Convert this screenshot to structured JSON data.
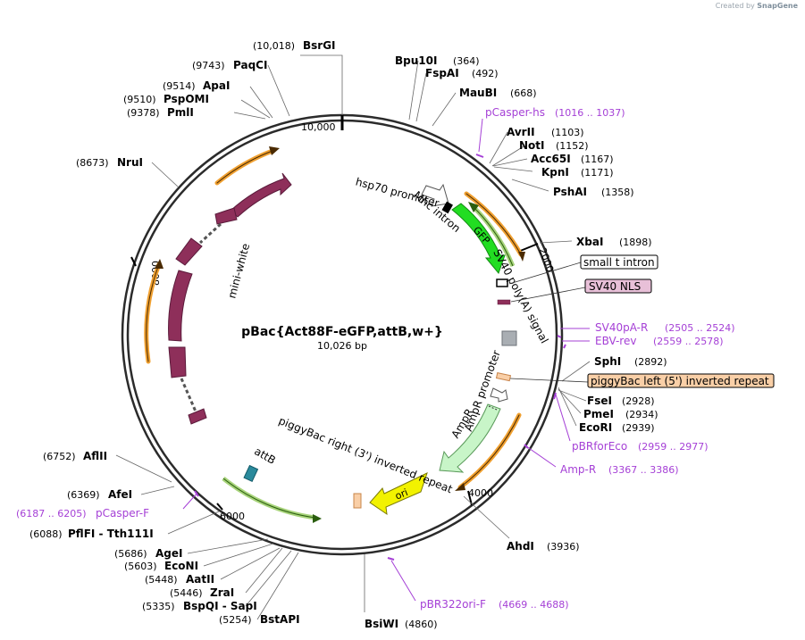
{
  "credit": {
    "prefix": "Created by",
    "brand": "SnapGene"
  },
  "plasmid": {
    "name": "pBac{Act88F-eGFP,attB,w+}",
    "size_label": "10,026 bp"
  },
  "ticks": [
    "10,000",
    "2000",
    "4000",
    "6000",
    "8000"
  ],
  "enzymes": [
    {
      "name": "BsrGI",
      "pos": "(10,018)"
    },
    {
      "name": "PaqCI",
      "pos": "(9743)"
    },
    {
      "name": "ApaI",
      "pos": "(9514)"
    },
    {
      "name": "PspOMI",
      "pos": "(9510)"
    },
    {
      "name": "PmlI",
      "pos": "(9378)"
    },
    {
      "name": "NruI",
      "pos": "(8673)"
    },
    {
      "name": "AflII",
      "pos": "(6752)"
    },
    {
      "name": "AfeI",
      "pos": "(6369)"
    },
    {
      "name": "PflFI - Tth111I",
      "pos": "(6088)"
    },
    {
      "name": "AgeI",
      "pos": "(5686)"
    },
    {
      "name": "EcoNI",
      "pos": "(5603)"
    },
    {
      "name": "AatII",
      "pos": "(5448)"
    },
    {
      "name": "ZraI",
      "pos": "(5446)"
    },
    {
      "name": "BspQI - SapI",
      "pos": "(5335)"
    },
    {
      "name": "BstAPI",
      "pos": "(5254)"
    },
    {
      "name": "BsiWI",
      "pos": "(4860)"
    },
    {
      "name": "AhdI",
      "pos": "(3936)"
    },
    {
      "name": "EcoRI",
      "pos": "(2939)"
    },
    {
      "name": "PmeI",
      "pos": "(2934)"
    },
    {
      "name": "FseI",
      "pos": "(2928)"
    },
    {
      "name": "SphI",
      "pos": "(2892)"
    },
    {
      "name": "XbaI",
      "pos": "(1898)"
    },
    {
      "name": "PshAI",
      "pos": "(1358)"
    },
    {
      "name": "KpnI",
      "pos": "(1171)"
    },
    {
      "name": "Acc65I",
      "pos": "(1167)"
    },
    {
      "name": "NotI",
      "pos": "(1152)"
    },
    {
      "name": "AvrII",
      "pos": "(1103)"
    },
    {
      "name": "MauBI",
      "pos": "(668)"
    },
    {
      "name": "FspAI",
      "pos": "(492)"
    },
    {
      "name": "Bpu10I",
      "pos": "(364)"
    }
  ],
  "primers": [
    {
      "name": "pCasper-hs",
      "pos": "(1016 .. 1037)"
    },
    {
      "name": "SV40pA-R",
      "pos": "(2505 .. 2524)"
    },
    {
      "name": "EBV-rev",
      "pos": "(2559 .. 2578)"
    },
    {
      "name": "pBRforEco",
      "pos": "(2959 .. 2977)"
    },
    {
      "name": "Amp-R",
      "pos": "(3367 .. 3386)"
    },
    {
      "name": "pBR322ori-F",
      "pos": "(4669 .. 4688)"
    },
    {
      "name": "pCasper-F",
      "pos": "(6187 .. 6205)"
    }
  ],
  "features": {
    "hsp70_promoter": "hsp70 promoter",
    "mhc_intron": "Mhc intron",
    "gfp": "GFP",
    "sv40_polya": "SV40 poly(A) signal",
    "small_t_intron": "small t intron",
    "sv40_nls": "SV40 NLS",
    "piggybac_left": "piggyBac left (5') inverted repeat",
    "ampr_promoter": "AmpR promoter",
    "ampr": "AmpR",
    "ori": "ori",
    "piggybac_right": "piggyBac right (3') inverted repeat",
    "attb": "attB",
    "mini_white": "mini-white"
  },
  "colors": {
    "backbone": "#2b2b2b",
    "gfp": "#22dd22",
    "white": "#8e2f5a",
    "ampr": "#c8f5c8",
    "ori": "#f2f200",
    "primer": "#a540d6",
    "orange": "#f0a030",
    "green": "#3d8c1f",
    "attb": "#2a8a9c",
    "nls": "#e8c0d8",
    "pbl": "#f9cfa7"
  }
}
